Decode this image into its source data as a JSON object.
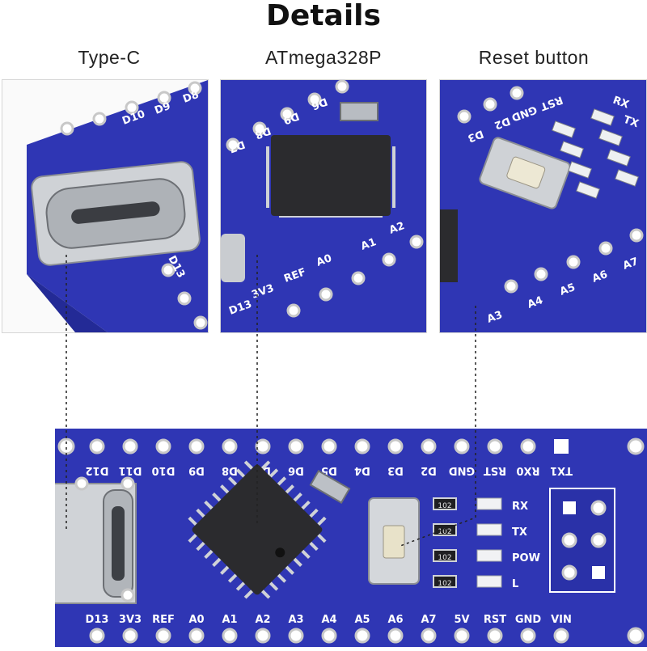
{
  "title": "Details",
  "callouts": [
    {
      "label": "Type-C"
    },
    {
      "label": "ATmega328P"
    },
    {
      "label": "Reset button"
    }
  ],
  "board": {
    "top_pins": [
      "D12",
      "D11",
      "D10",
      "D9",
      "D8",
      "D7",
      "D6",
      "D5",
      "D4",
      "D3",
      "D2",
      "GND",
      "RST",
      "RX0",
      "TX1"
    ],
    "bottom_pins": [
      "D13",
      "3V3",
      "REF",
      "A0",
      "A1",
      "A2",
      "A3",
      "A4",
      "A5",
      "A6",
      "A7",
      "5V",
      "RST",
      "GND",
      "VIN"
    ],
    "leds": [
      "RX",
      "TX",
      "POW",
      "L"
    ],
    "resistors": [
      "102",
      "102",
      "102",
      "102"
    ]
  },
  "closeups": {
    "typec_pins": [
      "D13",
      "D10",
      "D9",
      "D8"
    ],
    "mcu_pins": [
      "D13",
      "3V3",
      "REF",
      "A0",
      "A1",
      "A2",
      "D9",
      "D8",
      "D7",
      "D6"
    ],
    "reset_pins": [
      "RX",
      "TX",
      "RST",
      "GND",
      "D2",
      "D3",
      "A3",
      "A4",
      "A5",
      "A6",
      "A7"
    ]
  },
  "colors": {
    "pcb": "#2f36b4",
    "pcb_dark": "#232a96",
    "chip": "#2b2b2e",
    "metal": "#c9ccd0"
  }
}
